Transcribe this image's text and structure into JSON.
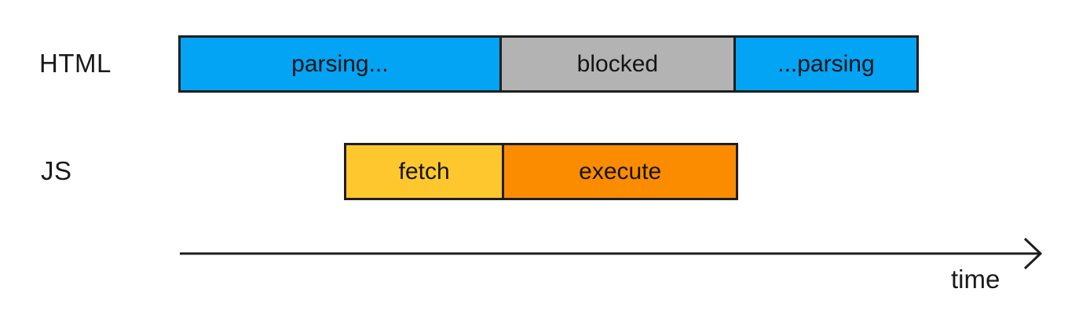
{
  "diagram": {
    "rows": [
      {
        "label": "HTML",
        "segments": [
          {
            "label": "parsing...",
            "color": "#03A4F4"
          },
          {
            "label": "blocked",
            "color": "#B3B3B3"
          },
          {
            "label": "...parsing",
            "color": "#03A4F4"
          }
        ]
      },
      {
        "label": "JS",
        "segments": [
          {
            "label": "fetch",
            "color": "#FEC72E"
          },
          {
            "label": "execute",
            "color": "#FB8C00"
          }
        ]
      }
    ],
    "axis": {
      "label": "time"
    },
    "palette": {
      "parsing_blue": "#03A4F4",
      "blocked_gray": "#B3B3B3",
      "fetch_yellow": "#FEC72E",
      "execute_orange": "#FB8C00",
      "outline": "#1E1E1E",
      "background": "#FFFFFF"
    }
  }
}
